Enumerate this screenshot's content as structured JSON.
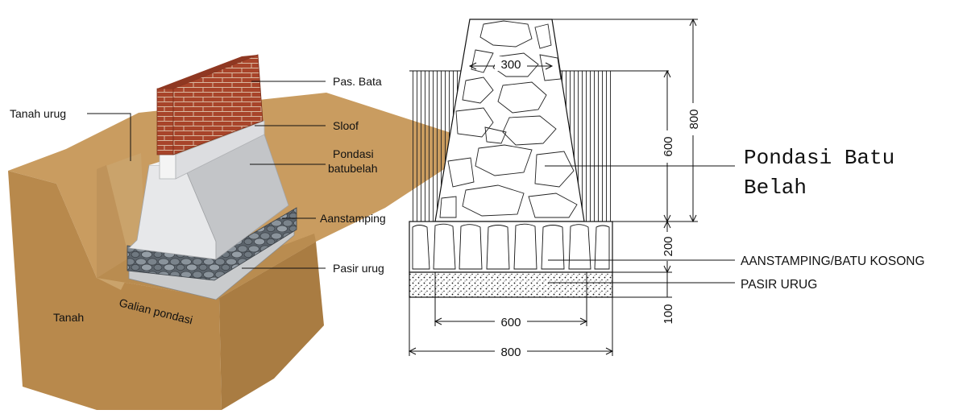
{
  "left_labels": {
    "pas_bata": "Pas. Bata",
    "sloof": "Sloof",
    "pondasi_line1": "Pondasi",
    "pondasi_line2": "batubelah",
    "aanstamping": "Aanstamping",
    "pasir_urug": "Pasir urug",
    "tanah_urug": "Tanah urug",
    "tanah": "Tanah",
    "galian_pondasi": "Galian pondasi"
  },
  "right_labels": {
    "title_line1": "Pondasi Batu",
    "title_line2": "Belah",
    "aanstamping": "AANSTAMPING/BATU KOSONG",
    "pasir_urug": "PASIR URUG"
  },
  "dimensions": {
    "top_width": "300",
    "base_width": "600",
    "total_width": "800",
    "height_total": "800",
    "height_foundation": "600",
    "height_aanstamping": "200",
    "height_pasir": "100"
  },
  "colors": {
    "soil": "#c89a5c",
    "soil_dark": "#a9793f",
    "brick": "#a8442a",
    "concrete": "#d9dadc",
    "stone": "#6f7780"
  }
}
